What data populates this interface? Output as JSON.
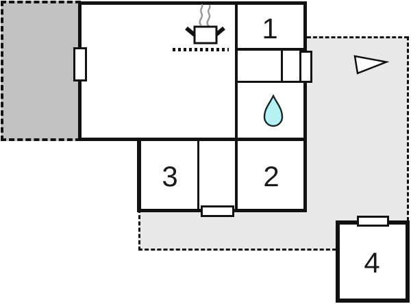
{
  "floorplan": {
    "rooms": [
      {
        "id": "room-1",
        "label": "1"
      },
      {
        "id": "room-2",
        "label": "2"
      },
      {
        "id": "room-3",
        "label": "3"
      },
      {
        "id": "room-4",
        "label": "4"
      }
    ],
    "icons": {
      "stove": "stove-pot-icon",
      "water_drop": "water-drop-icon",
      "direction_arrow": "direction-arrow-icon",
      "hob": "hob-dotted-line",
      "window": "window-marker",
      "door": "door-marker"
    },
    "colors": {
      "wall": "#111111",
      "terrace_left": "#c1c1c1",
      "terrace_right": "#e9e9e9",
      "water_drop": "#b6f1f3",
      "water_drop_outline": "#16282a",
      "steam": "#999999",
      "room_fill": "#ffffff"
    }
  }
}
